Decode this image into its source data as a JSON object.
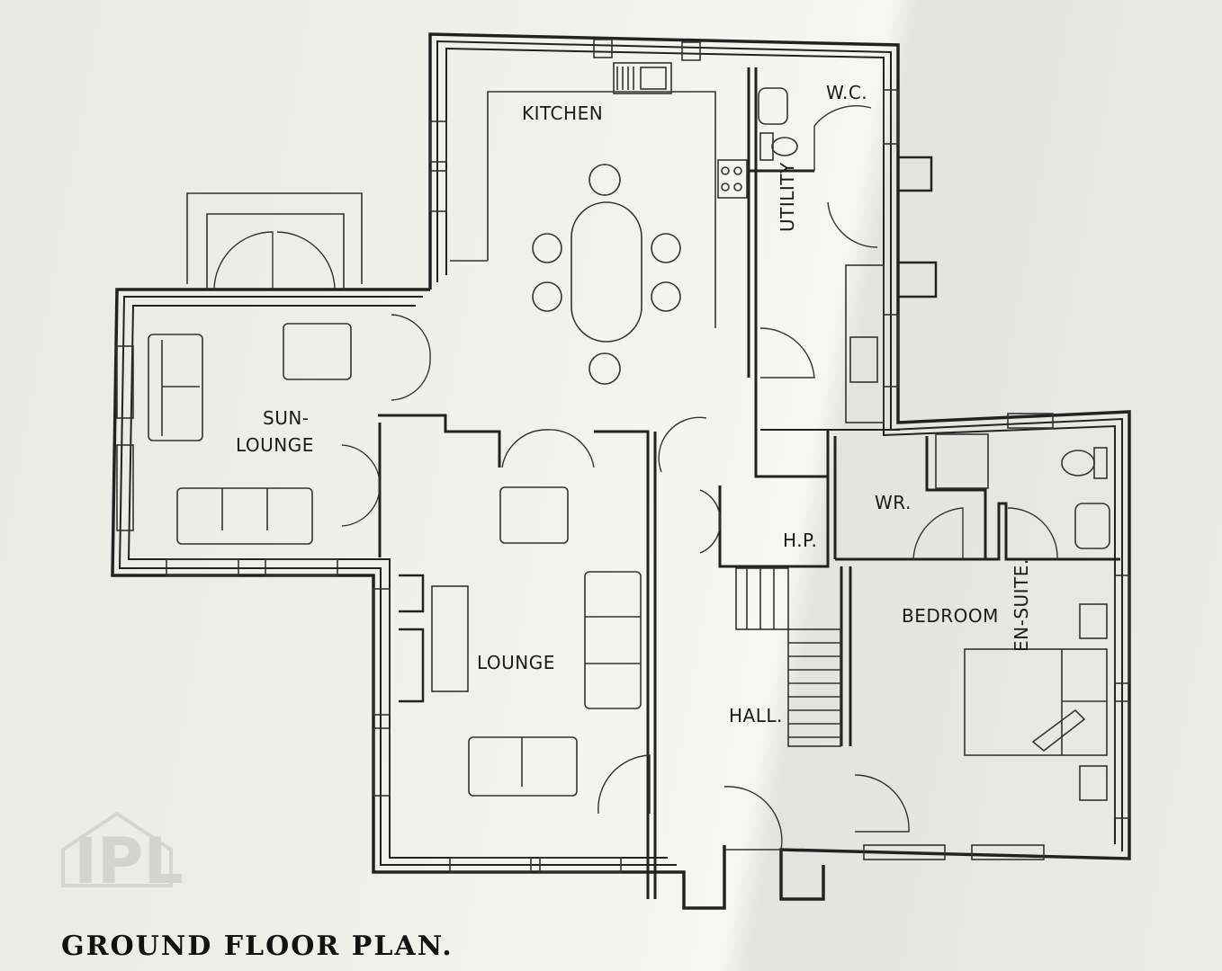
{
  "title": "GROUND FLOOR PLAN.",
  "watermark": "IPL",
  "rooms": {
    "kitchen": "KITCHEN",
    "wc": "W.C.",
    "utility": "UTILITY",
    "sun_lounge_1": "SUN-",
    "sun_lounge_2": "LOUNGE",
    "lounge": "LOUNGE",
    "hall": "HALL.",
    "hp": "H.P.",
    "wr": "WR.",
    "bedroom": "BEDROOM",
    "ensuite": "EN-SUITE."
  },
  "colors": {
    "ink": "#222222",
    "paper": "#f0f0eb"
  }
}
